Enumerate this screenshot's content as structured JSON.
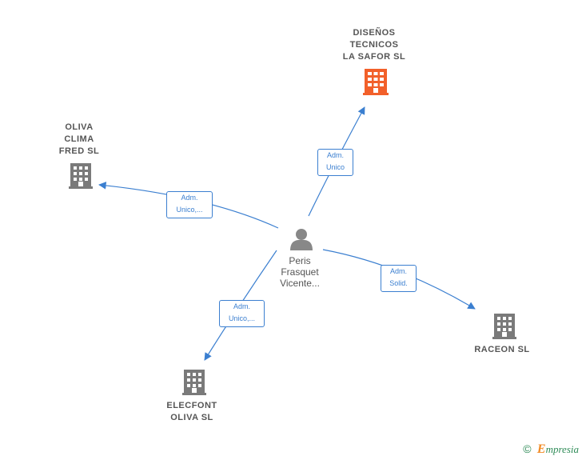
{
  "colors": {
    "edge": "#3b7fd0",
    "company": "#7a7a7a",
    "highlight": "#f2602a",
    "person": "#888888"
  },
  "nodes": {
    "disenos": {
      "lines": [
        "DISEÑOS",
        "TECNICOS",
        "LA SAFOR  SL"
      ],
      "icon": "building-icon",
      "highlight": true
    },
    "oliva": {
      "lines": [
        "OLIVA",
        "CLIMA",
        "FRED  SL"
      ],
      "icon": "building-icon"
    },
    "raceon": {
      "lines": [
        "RACEON  SL"
      ],
      "icon": "building-icon"
    },
    "elecfont": {
      "lines": [
        "ELECFONT",
        "OLIVA SL"
      ],
      "icon": "building-icon"
    },
    "person": {
      "lines": [
        "Peris",
        "Frasquet",
        "Vicente..."
      ],
      "icon": "person-icon"
    }
  },
  "edges": {
    "disenos": [
      "Adm.",
      "Unico"
    ],
    "oliva": [
      "Adm.",
      "Unico,..."
    ],
    "raceon": [
      "Adm.",
      "Solid."
    ],
    "elecfont": [
      "Adm.",
      "Unico,..."
    ]
  },
  "footer": {
    "copyright": "©",
    "brand_initial": "E",
    "brand_rest": "mpresia"
  }
}
